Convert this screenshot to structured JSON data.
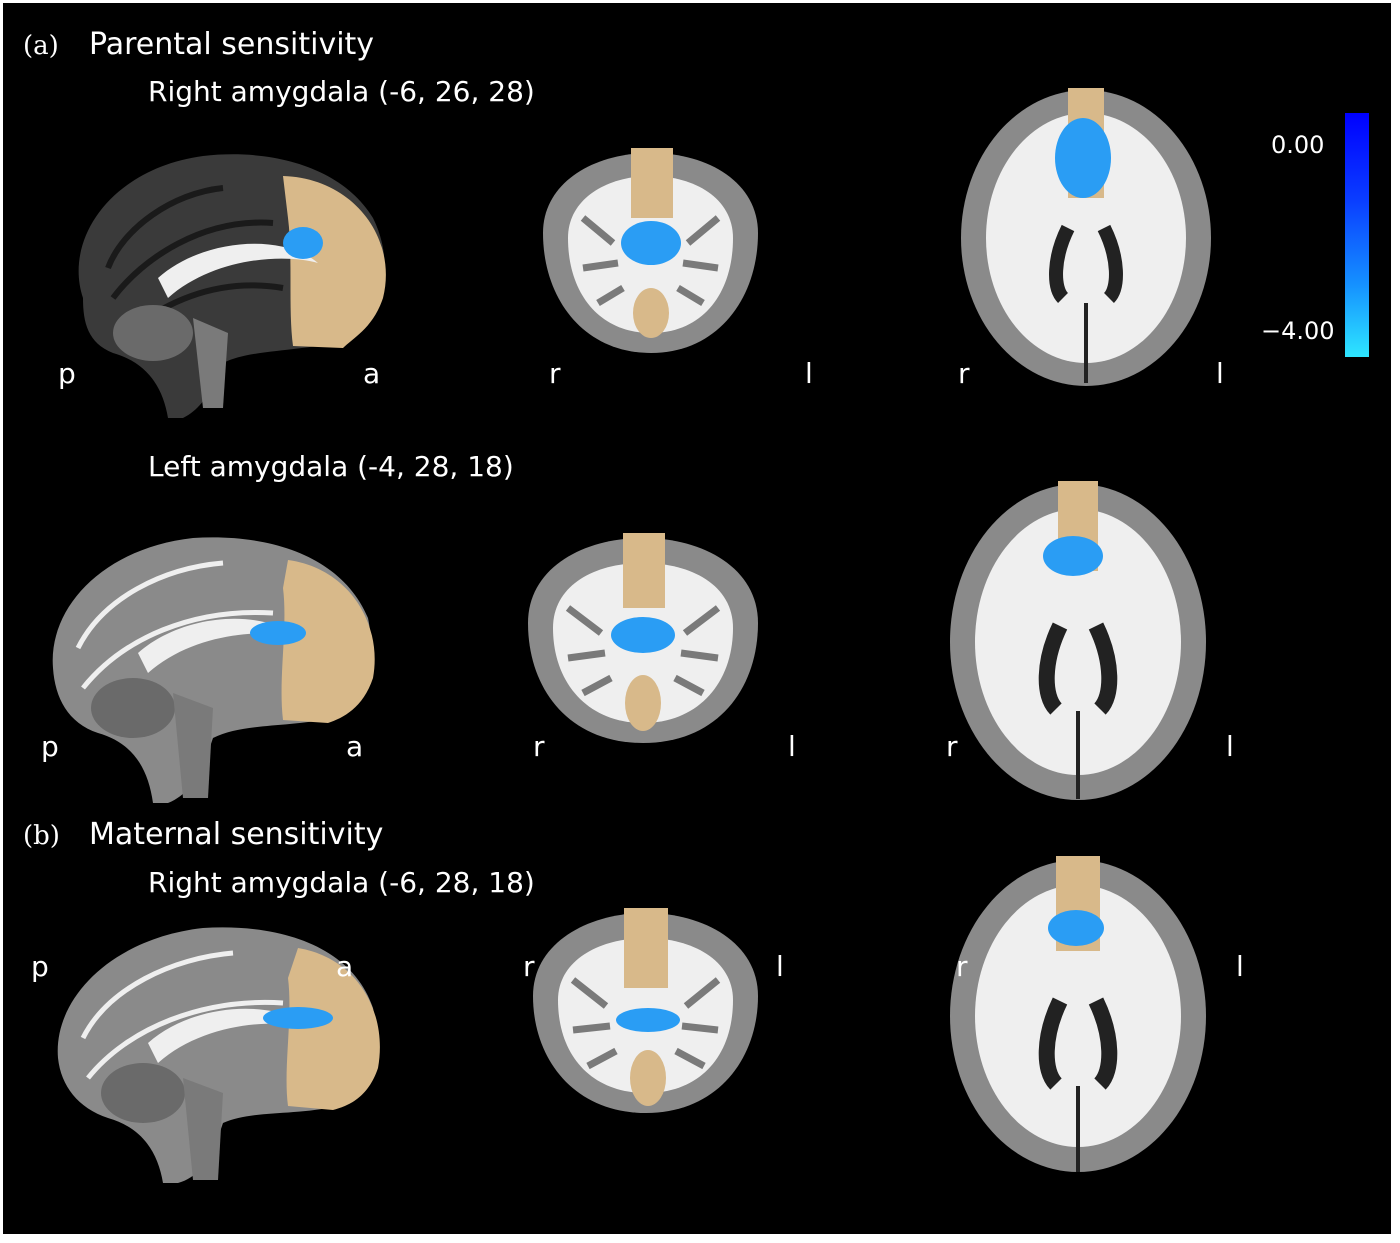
{
  "panels": [
    {
      "letter": "(a)",
      "title": "Parental sensitivity",
      "rows": [
        {
          "subtitle": "Right amygdala (-6, 26, 28)",
          "sagittal": {
            "left": "p",
            "right": "a"
          },
          "coronal": {
            "left": "r",
            "right": "l"
          },
          "axial": {
            "left": "r",
            "right": "l"
          }
        },
        {
          "subtitle": "Left amygdala (-4, 28, 18)",
          "sagittal": {
            "left": "p",
            "right": "a"
          },
          "coronal": {
            "left": "r",
            "right": "l"
          },
          "axial": {
            "left": "r",
            "right": "l"
          }
        }
      ]
    },
    {
      "letter": "(b)",
      "title": "Maternal sensitivity",
      "rows": [
        {
          "subtitle": "Right amygdala (-6, 28, 18)",
          "sagittal": {
            "left": "p",
            "right": "a"
          },
          "coronal": {
            "left": "r",
            "right": "l"
          },
          "axial": {
            "left": "r",
            "right": "l"
          }
        }
      ]
    }
  ],
  "colorbar": {
    "max_label": "0.00",
    "min_label": "−4.00",
    "colors": {
      "top": "#0000ff",
      "bottom": "#2ee6ff"
    }
  },
  "colors": {
    "background": "#000000",
    "overlay_roi": "#d8b98a",
    "activation": "#2a9df4",
    "gray_matter": "#8a8a8a",
    "white_matter": "#efefef"
  }
}
